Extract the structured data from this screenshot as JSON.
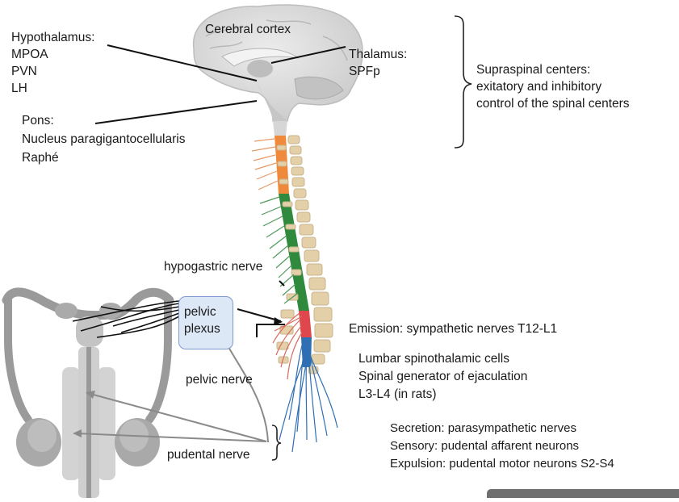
{
  "labels": {
    "cerebral_cortex": "Cerebral cortex",
    "hypothalamus": [
      "Hypothalamus:",
      "MPOA",
      "PVN",
      "LH"
    ],
    "thalamus": [
      "Thalamus:",
      "SPFp"
    ],
    "pons": [
      "Pons:",
      "Nucleus paragigantocellularis",
      "Raphé"
    ],
    "supraspinal": [
      "Supraspinal centers:",
      "exitatory and inhibitory",
      "control of the spinal centers"
    ],
    "hypogastric_nerve": "hypogastric nerve",
    "pelvic_plexus": [
      "pelvic",
      "plexus"
    ],
    "pelvic_nerve": "pelvic nerve",
    "pudental_nerve": "pudental nerve",
    "emission": "Emission: sympathetic nerves T12-L1",
    "spinal_generator": [
      "Lumbar spinothalamic cells",
      "Spinal generator of ejaculation",
      "L3-L4 (in rats)"
    ],
    "expulsion": [
      "Secretion: parasympathetic nerves",
      "Sensory: pudental affarent neurons",
      "Expulsion: pudental motor neurons S2-S4"
    ]
  },
  "colors": {
    "cervical": "#ef8a3c",
    "thoracic": "#2f8a3e",
    "lumbar": "#e0474c",
    "sacral": "#2f6fb3",
    "vertebra": "#e3cfa8",
    "brain": "#d8d8d8",
    "plexus_fill": "#dde8f6",
    "plexus_border": "#7d9bd0"
  }
}
